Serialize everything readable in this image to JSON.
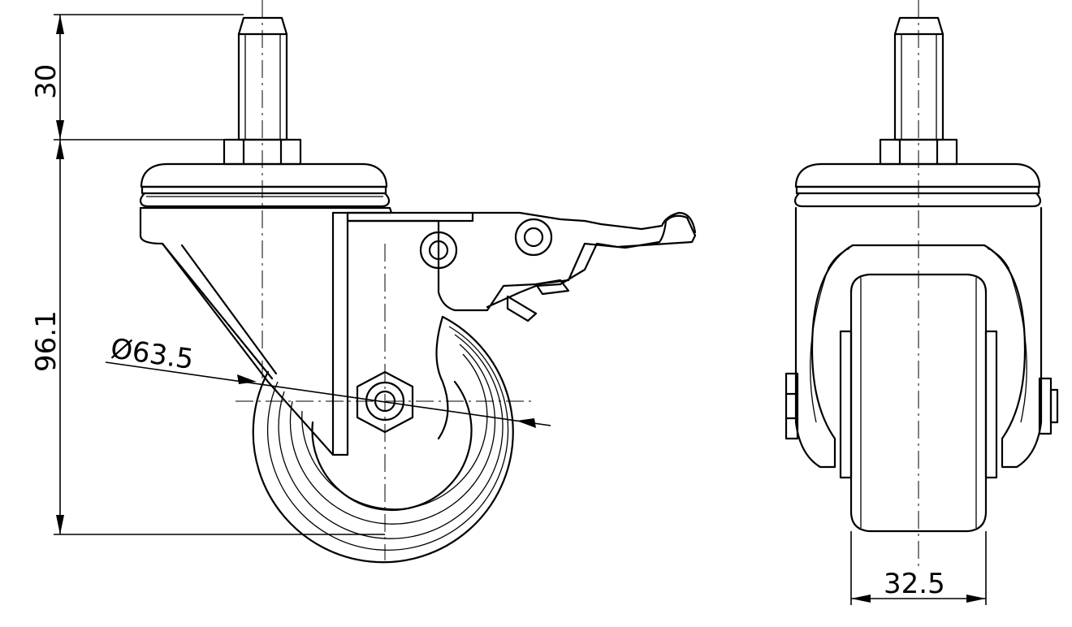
{
  "drawing": {
    "dimensions": {
      "stem_height": "30",
      "overall_height": "96.1",
      "wheel_diameter": "Ø63.5",
      "wheel_width": "32.5"
    }
  }
}
